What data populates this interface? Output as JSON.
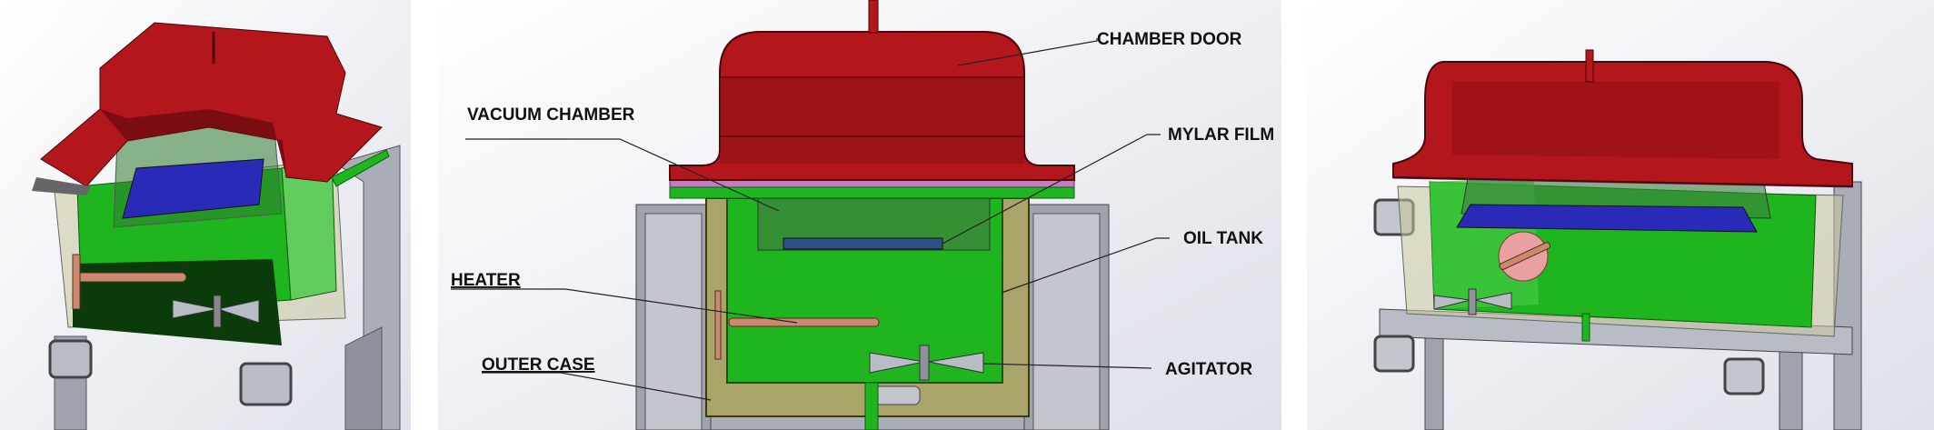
{
  "labels": {
    "chamber_door": "CHAMBER DOOR",
    "vacuum_chamber": "VACUUM CHAMBER",
    "mylar_film": "MYLAR FILM",
    "oil_tank": "OIL TANK",
    "heater": "HEATER",
    "outer_case": "OUTER CASE",
    "agitator": "AGITATOR"
  },
  "colors": {
    "door": "#b3161b",
    "door_dark": "#7a0d10",
    "oil_tank": "#1fb51f",
    "oil_tank_dark": "#0f7a0f",
    "outer_case": "#a8a46a",
    "frame": "#9ea3ad",
    "mylar_film": "#c27ac9",
    "vacuum_plate": "#2a2ab8",
    "heater": "#c98a70",
    "background": "#e9ebf0"
  }
}
